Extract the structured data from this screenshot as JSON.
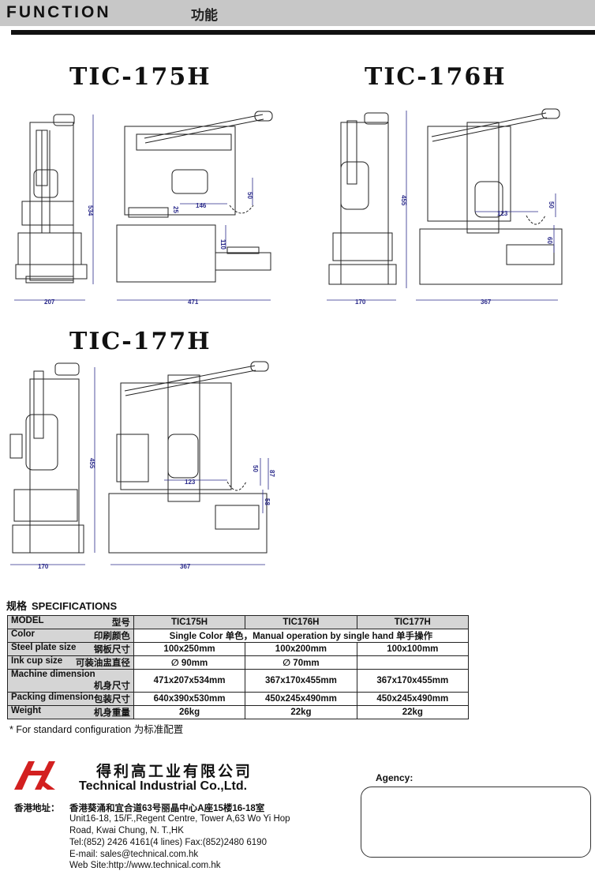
{
  "header": {
    "title": "FUNCTION",
    "title_cn": "功能"
  },
  "models": {
    "m175": {
      "name": "TIC-175H",
      "dim_side_width": "207",
      "dim_front_width": "471",
      "dim_height": "534",
      "dim_a": "146",
      "dim_b": "50",
      "dim_c": "110",
      "dim_d": "25"
    },
    "m176": {
      "name": "TIC-176H",
      "dim_side_width": "170",
      "dim_front_width": "367",
      "dim_height": "455",
      "dim_a": "123",
      "dim_b": "50",
      "dim_c": "60"
    },
    "m177": {
      "name": "TIC-177H",
      "dim_side_width": "170",
      "dim_front_width": "367",
      "dim_height": "455",
      "dim_a": "123",
      "dim_b": "50",
      "dim_c": "87",
      "dim_d": "58"
    }
  },
  "specs": {
    "title_cn": "规格",
    "title_en": "SPECIFICATIONS",
    "header": {
      "label_en": "MODEL",
      "label_cn": "型号",
      "cols": [
        "TIC175H",
        "TIC176H",
        "TIC177H"
      ]
    },
    "rows": [
      {
        "label_en": "Color",
        "label_cn": "印刷颜色",
        "merged": "Single Color 单色，Manual operation by single hand 单手操作"
      },
      {
        "label_en": "Steel plate size",
        "label_cn": "钢板尺寸",
        "values": [
          "100x250mm",
          "100x200mm",
          "100x100mm"
        ]
      },
      {
        "label_en": "Ink cup size",
        "label_cn": "可装油盅直径",
        "values": [
          "∅ 90mm",
          "∅ 70mm"
        ]
      },
      {
        "label_en": "Machine dimension",
        "label_cn": "机身尺寸",
        "values": [
          "471x207x534mm",
          "367x170x455mm",
          "367x170x455mm"
        ]
      },
      {
        "label_en": "Packing dimension",
        "label_cn": "包装尺寸",
        "values": [
          "640x390x530mm",
          "450x245x490mm",
          "450x245x490mm"
        ]
      },
      {
        "label_en": "Weight",
        "label_cn": "机身重量",
        "values": [
          "26kg",
          "22kg",
          "22kg"
        ]
      }
    ],
    "note": "* For standard configuration 为标准配置"
  },
  "company": {
    "name_cn": "得利高工业有限公司",
    "name_en": "Technical Industrial Co.,Ltd.",
    "address_label": "香港地址：",
    "address_cn": "香港葵涌和宜合道63号丽晶中心A座15楼16-18室",
    "address_en1": "Unit16-18, 15/F.,Regent Centre, Tower A,63 Wo Yi Hop",
    "address_en2": "Road,  Kwai Chung, N. T.,HK",
    "tel": "Tel:(852) 2426 4161(4 lines)     Fax:(852)2480 6190",
    "email": "E-mail: sales@technical.com.hk",
    "web": "Web Site:http://www.technical.com.hk",
    "agency_label": "Agency:"
  },
  "colors": {
    "header_bg": "#c7c7c7",
    "dimension": "#2a2a8a",
    "table_header": "#d5d5d5",
    "logo_red": "#d32020"
  }
}
